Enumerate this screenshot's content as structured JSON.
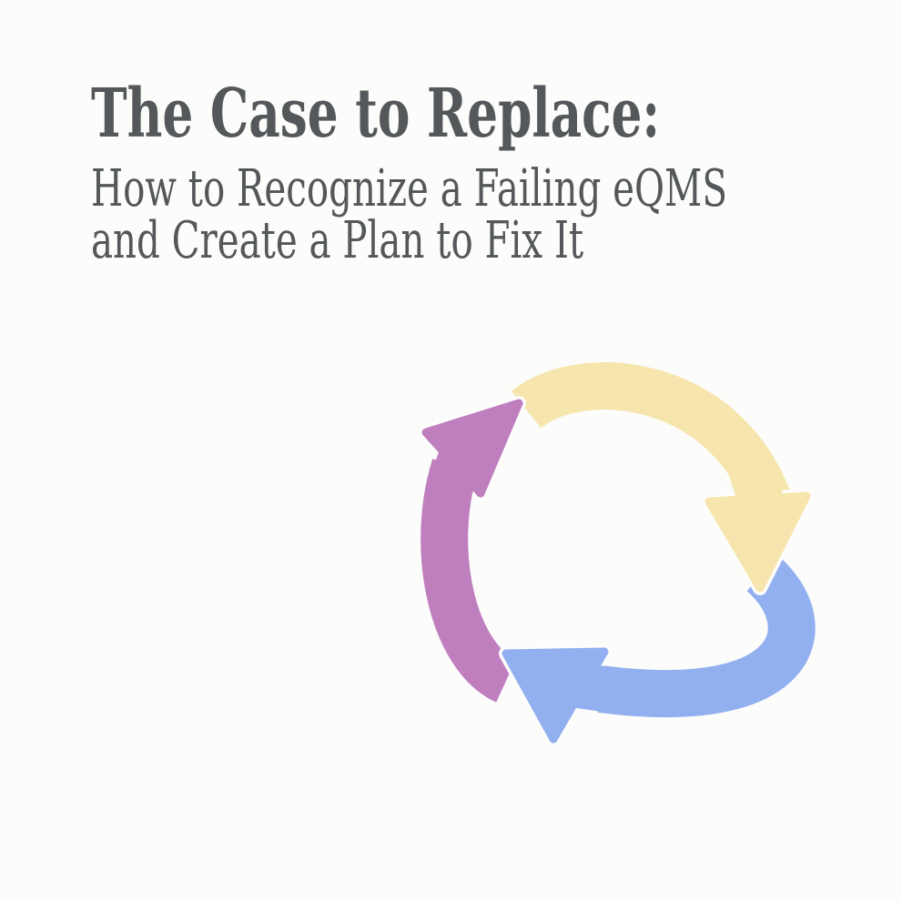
{
  "page": {
    "background": "#FCFCFB"
  },
  "title": {
    "text": "The Case to Replace:",
    "color": "#54585A"
  },
  "subtitle": {
    "line1": "How to Recognize a Failing eQMS",
    "line2": "and Create a Plan to Fix It",
    "color": "#54585A"
  },
  "cycle": {
    "description": "three-arrow circular cycle illustration",
    "colors": {
      "yellow": "#F6E5AC",
      "blue": "#92B0F0",
      "purple": "#BF7FBF"
    },
    "outline": "#FDFDFC"
  }
}
